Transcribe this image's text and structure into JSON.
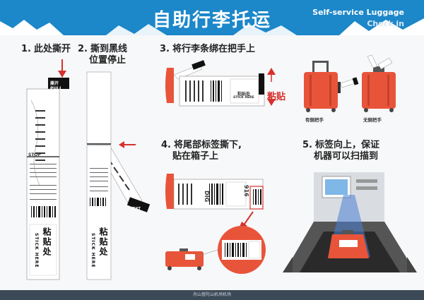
{
  "header": {
    "title": "自助行李托运",
    "subtitle_en_line1": "Self-service Luggage",
    "subtitle_en_line2": "Check in"
  },
  "steps": [
    {
      "num": "1.",
      "label_line1": "此处撕开",
      "label_line2": ""
    },
    {
      "num": "2.",
      "label_line1": "撕到黑线",
      "label_line2": "位置停止"
    },
    {
      "num": "3.",
      "label_line1": "将行李条绑在把手上",
      "label_line2": ""
    },
    {
      "num": "4.",
      "label_line1": "将尾部标签撕下,",
      "label_line2": "贴在箱子上"
    },
    {
      "num": "5.",
      "label_line1": "标签向上，保证",
      "label_line2": "机器可以扫描到"
    }
  ],
  "tag_labels": {
    "tear_cn": "撕开",
    "tear_en": "PULL",
    "stop": "STOP",
    "stick_cn": "粘贴处",
    "stick_en": "STICK HERE",
    "next_cn": "NEXT",
    "dig": "DIG",
    "code": "916"
  },
  "step3": {
    "stick_label": "粘贴",
    "handle_side_label": "有侧把手",
    "no_handle_label": "无侧把手"
  },
  "footer": {
    "text": "舟山普陀山机场机场"
  },
  "colors": {
    "header_blue": "#1c87c9",
    "suitcase_orange": "#e8543a",
    "arrow_red": "#d6312e",
    "machine_dark": "#3a3a3a",
    "scan_blue": "#4a7fd4"
  }
}
